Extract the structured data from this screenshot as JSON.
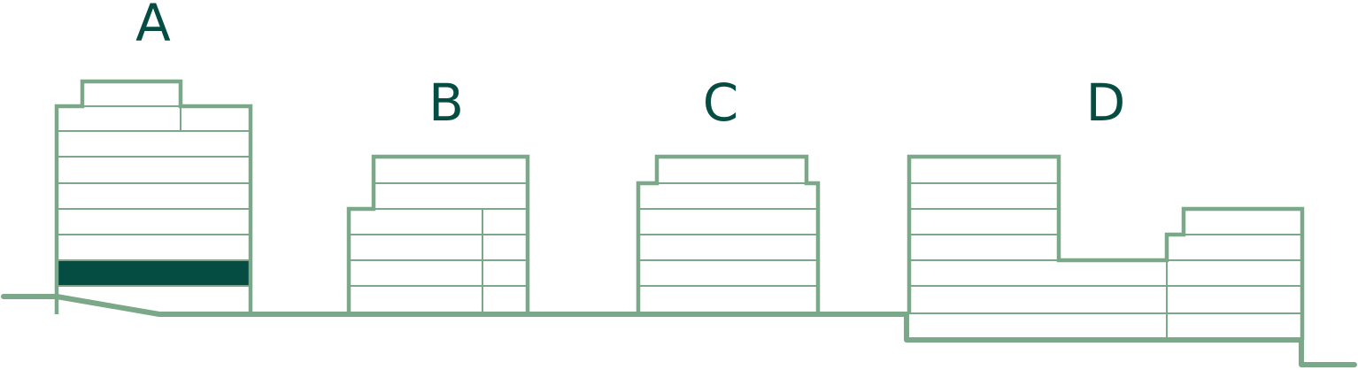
{
  "colors": {
    "outline": "#7aa888",
    "text": "#054d42",
    "highlight": "#054d42",
    "background": "#ffffff"
  },
  "buildings": [
    {
      "id": "a",
      "label": "A",
      "highlighted_floor": true
    },
    {
      "id": "b",
      "label": "B",
      "highlighted_floor": false
    },
    {
      "id": "c",
      "label": "C",
      "highlighted_floor": false
    },
    {
      "id": "d",
      "label": "D",
      "highlighted_floor": false
    }
  ]
}
